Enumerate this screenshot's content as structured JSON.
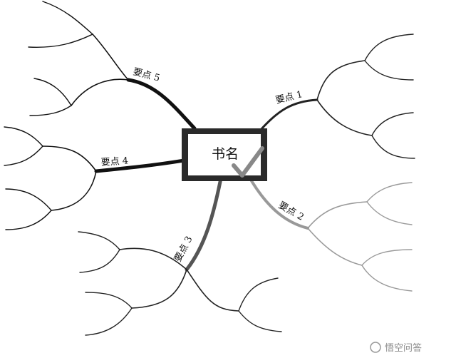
{
  "diagram": {
    "center_label": "书名",
    "points": [
      {
        "label": "要点 1",
        "color": "#222222"
      },
      {
        "label": "要点 2",
        "color": "#8f8f8f"
      },
      {
        "label": "要点 3",
        "color": "#555555"
      },
      {
        "label": "要点 4",
        "color": "#111111"
      },
      {
        "label": "要点 5",
        "color": "#111111"
      }
    ],
    "colors": {
      "checkmark": "#888888",
      "box_border": "#2a2a2a"
    }
  },
  "watermark": {
    "text": "悟空问答"
  }
}
